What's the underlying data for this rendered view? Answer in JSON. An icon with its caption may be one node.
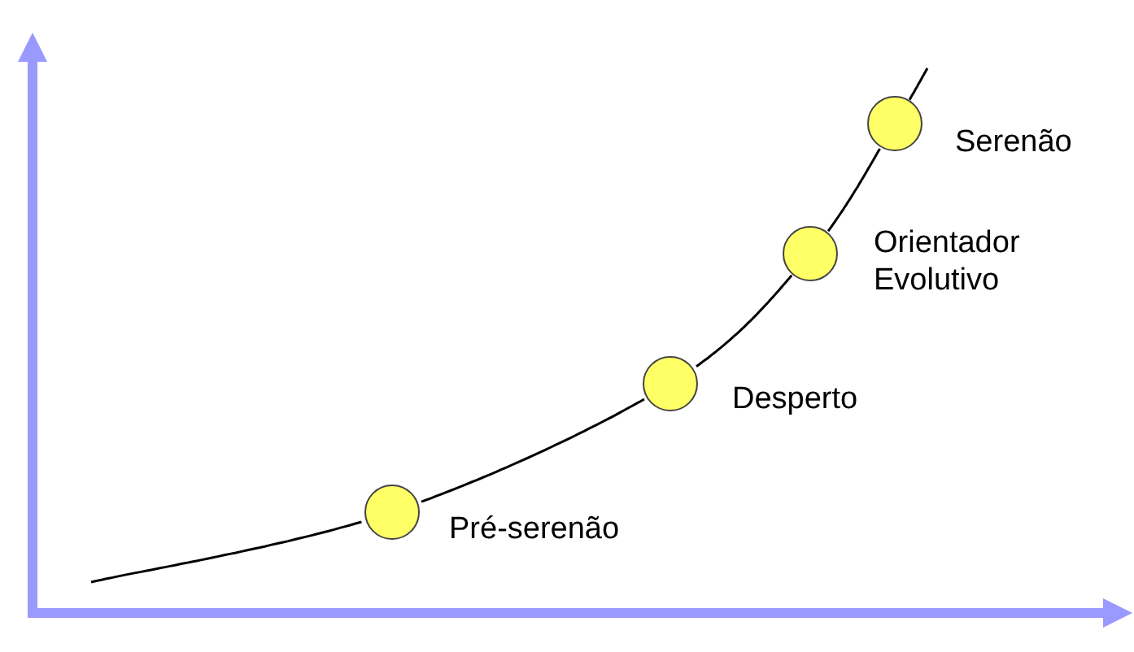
{
  "diagram": {
    "nodes": [
      {
        "text": [],
        "shape": "circle",
        "beside": [
          "Pré-serenão"
        ]
      },
      {
        "text": [],
        "shape": "circle",
        "beside": [
          "Desperto"
        ]
      },
      {
        "text": [],
        "shape": "circle",
        "beside": [
          "Orientador Evolutivo"
        ]
      },
      {
        "text": [],
        "shape": "circle",
        "beside": [
          "Serenão"
        ]
      }
    ],
    "edges": [
      {
        "from": null,
        "to": 0,
        "arrow": "none"
      },
      {
        "from": 0,
        "to": 1,
        "arrow": "none"
      },
      {
        "from": 1,
        "to": 2,
        "arrow": "none"
      },
      {
        "from": 2,
        "to": 3,
        "arrow": "none"
      },
      {
        "from": 3,
        "to": null,
        "arrow": "none"
      }
    ]
  }
}
